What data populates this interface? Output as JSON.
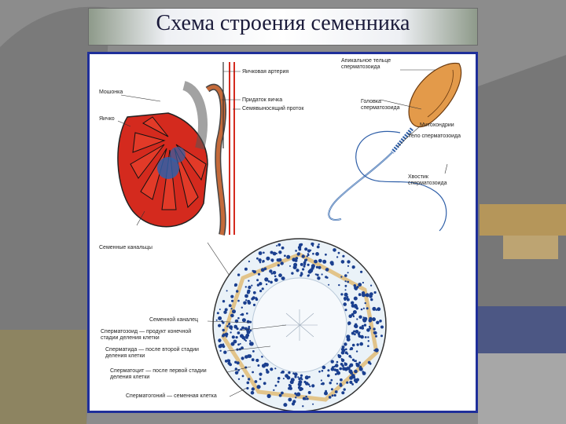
{
  "slide": {
    "title": "Схема строения семенника"
  },
  "labels": {
    "seminal_artery": "Яичковая артерия",
    "scrotum": "Мошонка",
    "epididymis": "Придаток яичка",
    "vas_deferens": "Семявыносящий проток",
    "testis": "Яичко",
    "seminiferous_tubules": "Семенные канальцы",
    "acrosome_line1": "Апикальное тельце",
    "acrosome_line2": "сперматозоида",
    "head_line1": "Головка",
    "head_line2": "сперматозоида",
    "mitochondria": "Митохондрии",
    "body": "Тело сперматозоида",
    "tail_line1": "Хвостик",
    "tail_line2": "сперматозоида",
    "tubule": "Семенной каналец",
    "spermatozoon_line1": "Сперматозоид — продукт конечной",
    "spermatozoon_line2": "стадии деления клетки",
    "spermatid_line1": "Сперматида — после второй стадии",
    "spermatid_line2": "деления клетки",
    "spermatocyte_line1": "Сперматоцит — после первой стадии",
    "spermatocyte_line2": "деления клетки",
    "spermatogonium": "Сперматогоний — семенная клетка"
  },
  "colors": {
    "panel_border": "#1f2f9a",
    "tissue_red": "#d42a1e",
    "tubule_blue": "#2f5fa8",
    "cell_nucleus": "#1a3f8f",
    "septum": "#e2c48a",
    "sperm_head": "#e39a4a"
  }
}
